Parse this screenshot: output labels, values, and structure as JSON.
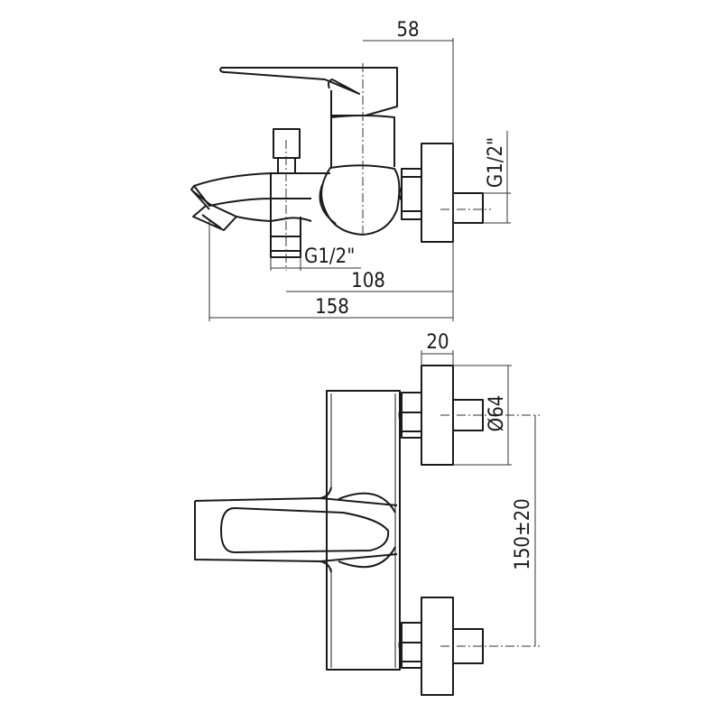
{
  "side_view": {
    "dim_depth": "58",
    "dim_thread_inlet": "G1/2\"",
    "dim_thread_outlet": "G1/2\"",
    "dim_outlet_to_wall": "108",
    "dim_total_projection": "158"
  },
  "front_view": {
    "dim_flange_depth": "20",
    "dim_flange_diameter": "Ø64",
    "dim_center_distance": "150±20"
  }
}
